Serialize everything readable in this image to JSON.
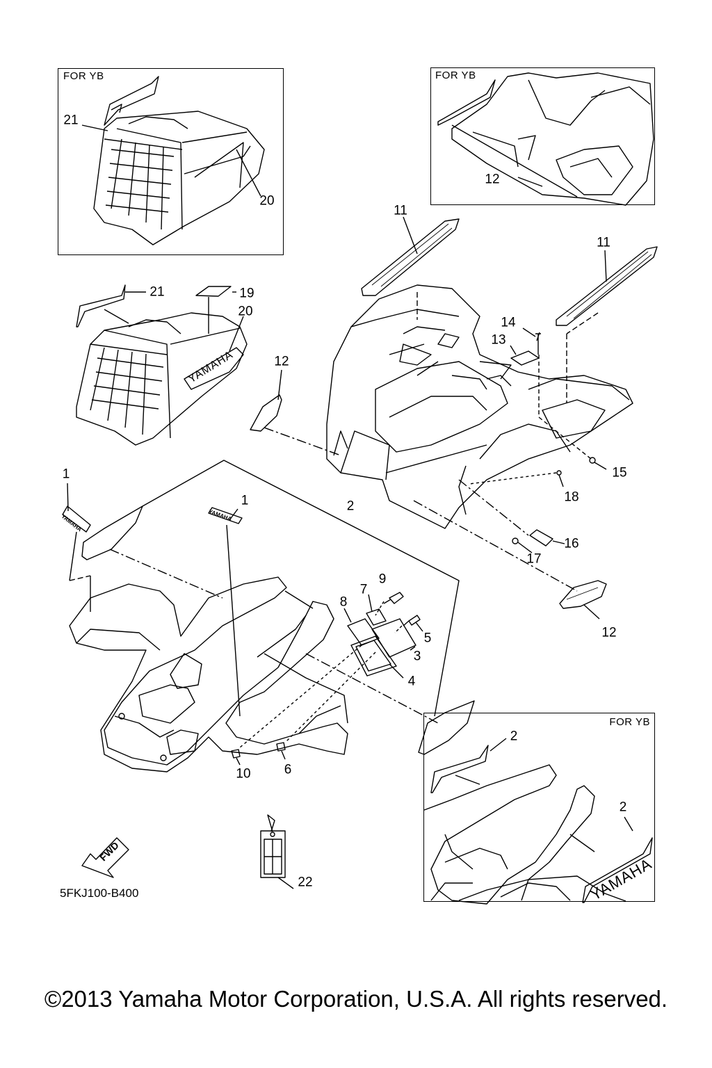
{
  "insets": [
    {
      "id": "top-left",
      "label": "FOR YB"
    },
    {
      "id": "top-right",
      "label": "FOR YB"
    },
    {
      "id": "bottom-right",
      "label": "FOR YB"
    }
  ],
  "callouts": [
    "21",
    "20",
    "12",
    "11",
    "11",
    "21",
    "19",
    "20",
    "12",
    "14",
    "13",
    "15",
    "18",
    "1",
    "1",
    "2",
    "16",
    "17",
    "9",
    "7",
    "8",
    "5",
    "3",
    "4",
    "12",
    "10",
    "6",
    "2",
    "2",
    "22"
  ],
  "decal_text": {
    "yamaha": "YAMAHA",
    "fwd": "FWD"
  },
  "diagram_code": "5FKJ100-B400",
  "copyright": "©2013 Yamaha Motor Corporation, U.S.A. All rights reserved."
}
